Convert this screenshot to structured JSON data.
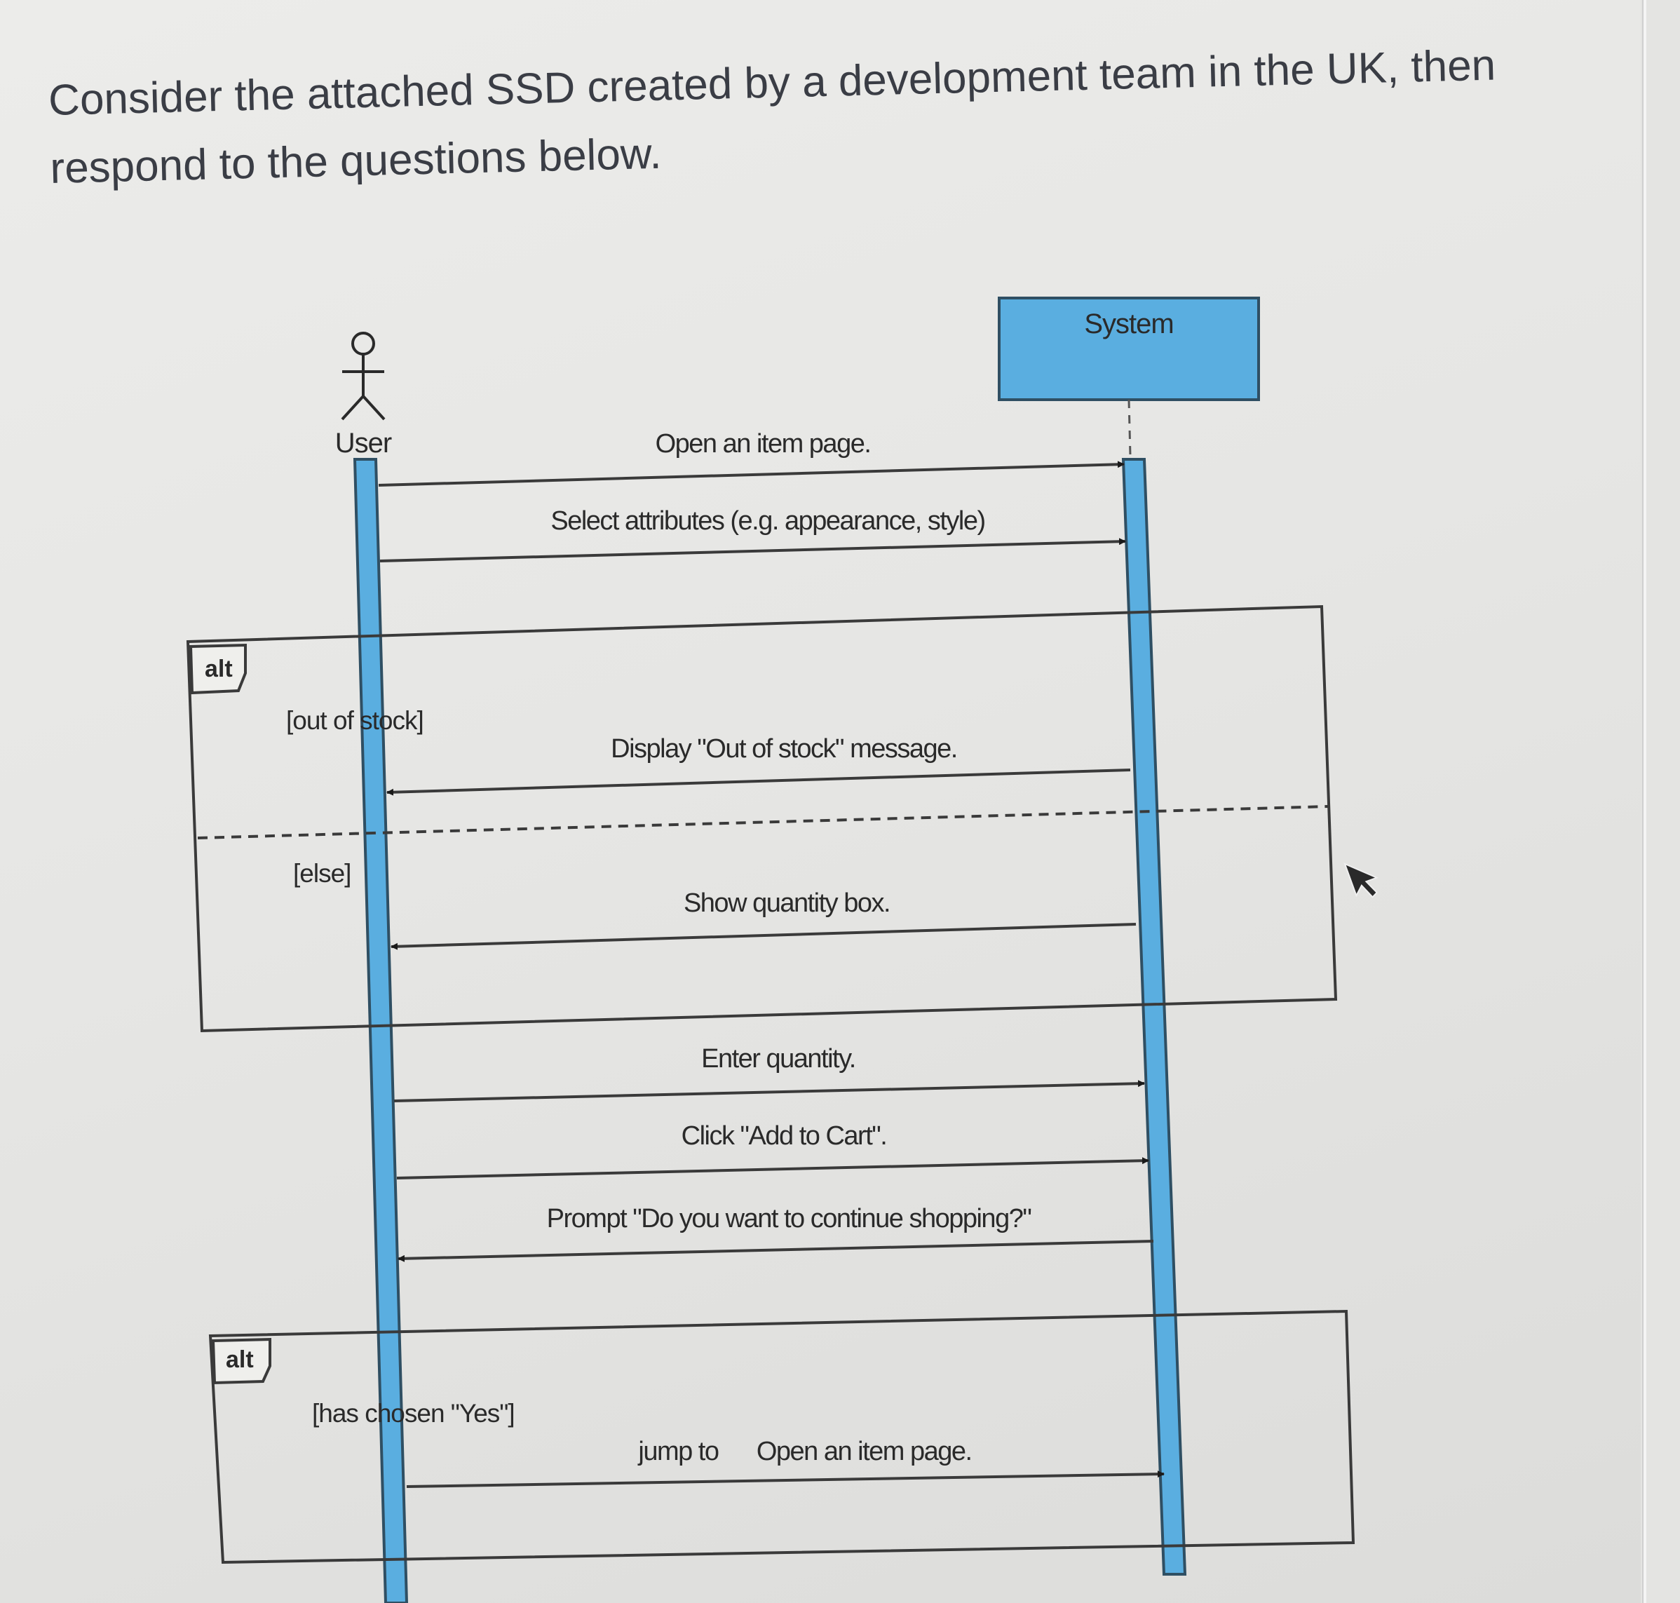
{
  "intro_text": "Consider the attached SSD created by a development team in the UK, then respond to the questions below.",
  "participants": {
    "actor_label": "User",
    "system_label": "System"
  },
  "messages": [
    {
      "label": "Open an item page.",
      "direction": "to-system"
    },
    {
      "label": "Select attributes (e.g. appearance, style)",
      "direction": "to-system"
    },
    {
      "label": "Display \"Out of stock\" message.",
      "direction": "to-user"
    },
    {
      "label": "Show quantity box.",
      "direction": "to-user"
    },
    {
      "label": "Enter quantity.",
      "direction": "to-system"
    },
    {
      "label": "Click \"Add to Cart\".",
      "direction": "to-system"
    },
    {
      "label": "Prompt \"Do you want to continue shopping?\"",
      "direction": "to-user"
    },
    {
      "label": "jump to      Open an item page.",
      "direction": "to-system"
    }
  ],
  "fragments": [
    {
      "operator": "alt",
      "guards": [
        "[out of stock]",
        "[else]"
      ]
    },
    {
      "operator": "alt",
      "guards": [
        "[has chosen \"Yes\"]"
      ]
    }
  ],
  "colors": {
    "lifeline_fill": "#5aaee0",
    "system_box_fill": "#5aaee0",
    "line": "#3a3a3a"
  }
}
